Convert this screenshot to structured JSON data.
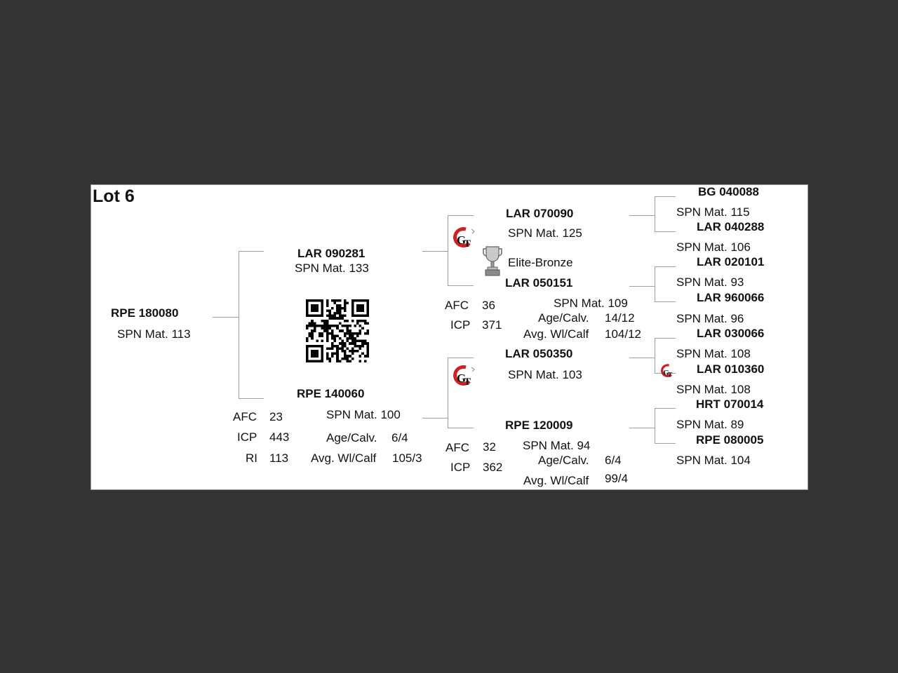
{
  "lot_title": "Lot 6",
  "spn_prefix": "SPN Mat.",
  "subject": {
    "id": "RPE 180080",
    "spn": "SPN Mat. 113"
  },
  "sire": {
    "id": "LAR 090281",
    "spn": "SPN Mat. 133"
  },
  "dam": {
    "id": "RPE 140060",
    "spn": "SPN Mat. 100",
    "afc_label": "AFC",
    "afc": "23",
    "icp_label": "ICP",
    "icp": "443",
    "ri_label": "RI",
    "ri": "113",
    "age_calv_label": "Age/Calv.",
    "age_calv": "6/4",
    "avg_wl_label": "Avg. Wl/Calf",
    "avg_wl": "105/3"
  },
  "sire_sire": {
    "id": "LAR 070090",
    "spn": "SPN Mat. 125"
  },
  "award": {
    "label": "Elite-Bronze",
    "icon": "trophy-icon"
  },
  "sire_dam": {
    "id": "LAR 050151",
    "spn": "SPN Mat. 109",
    "afc_label": "AFC",
    "afc": "36",
    "icp_label": "ICP",
    "icp": "371",
    "age_calv_label": "Age/Calv.",
    "age_calv": "14/12",
    "avg_wl_label": "Avg. Wl/Calf",
    "avg_wl": "104/12"
  },
  "dam_sire": {
    "id": "LAR 050350",
    "spn": "SPN Mat. 103"
  },
  "dam_dam": {
    "id": "RPE 120009",
    "spn": "SPN Mat. 94",
    "afc_label": "AFC",
    "afc": "32",
    "icp_label": "ICP",
    "icp": "362",
    "age_calv_label": "Age/Calv.",
    "age_calv": "6/4",
    "avg_wl_label": "Avg. Wl/Calf",
    "avg_wl": "99/4"
  },
  "great_grandparents": [
    {
      "id": "BG  040088",
      "spn": "SPN Mat. 115"
    },
    {
      "id": "LAR 040288",
      "spn": "SPN Mat. 106"
    },
    {
      "id": "LAR 020101",
      "spn": "SPN Mat. 93"
    },
    {
      "id": "LAR 960066",
      "spn": "SPN Mat. 96"
    },
    {
      "id": "LAR 030066",
      "spn": "SPN Mat. 108"
    },
    {
      "id": "LAR 010360",
      "spn": "SPN Mat. 108"
    },
    {
      "id": "HRT 070014",
      "spn": "SPN Mat. 89"
    },
    {
      "id": "RPE 080005",
      "spn": "SPN Mat. 104"
    }
  ],
  "logo_icon": "gt-logo-icon",
  "qr_icon": "qr-code-icon",
  "colors": {
    "background": "#333333",
    "card": "#ffffff",
    "logo_red": "#cc2222"
  }
}
